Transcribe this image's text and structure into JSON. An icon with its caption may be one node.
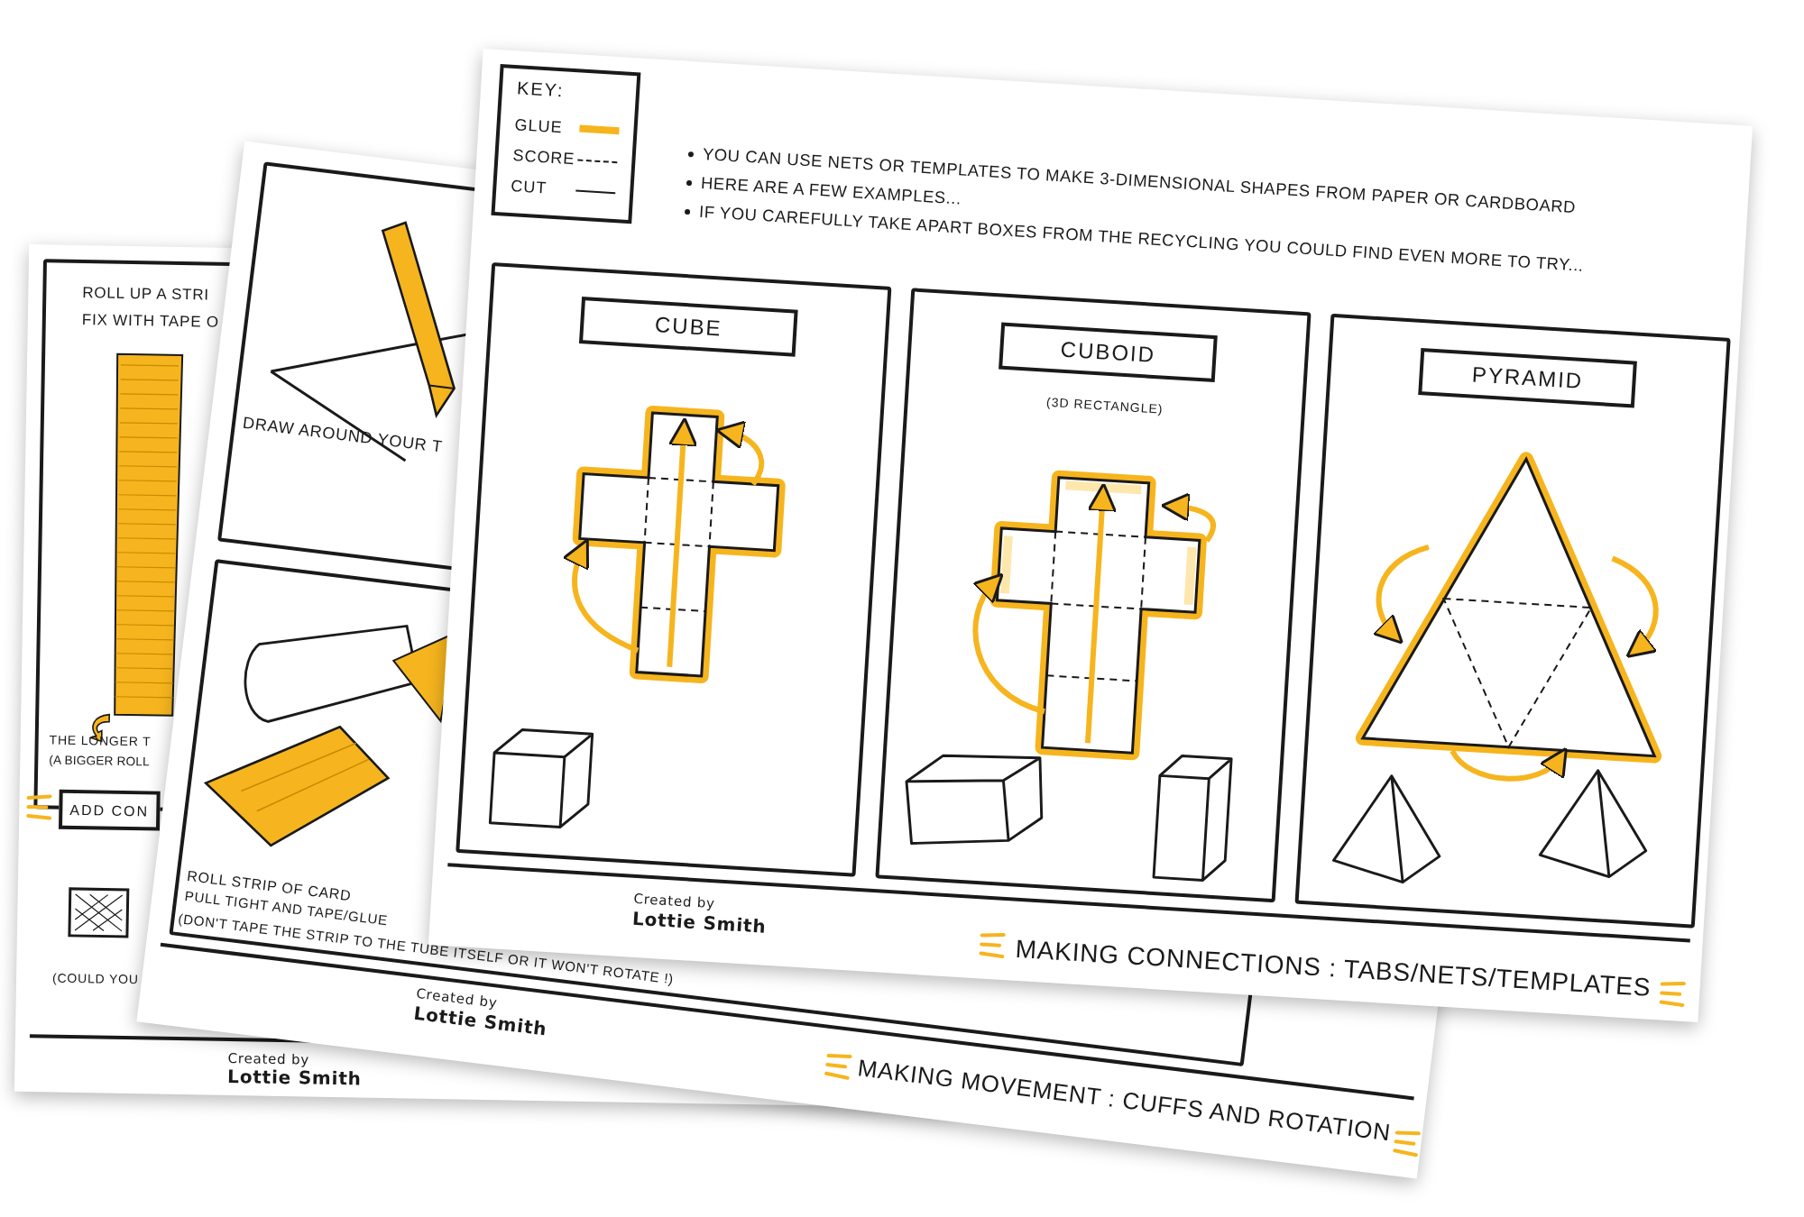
{
  "diagram": {
    "nodes": [
      {
        "text": [
          "ADD CON"
        ]
      },
      {
        "text": [
          "CUBE"
        ]
      },
      {
        "text": [
          "CUBOID"
        ],
        "beside": [
          "(3D RECTANGLE)"
        ]
      },
      {
        "text": [
          "PYRAMID"
        ]
      }
    ],
    "labels": [
      "ROLL UP A STRI",
      "FIX WITH TAPE O",
      "THE LONGER T",
      "(A BIGGER ROLL",
      "(COULD YOU",
      "Created by",
      "Lottie Smith",
      "DRAW AROUND YOUR T",
      "ROLL STRIP OF CARD",
      "PULL TIGHT AND TAPE/GLUE",
      "(DON'T TAPE THE STRIP TO THE TUBE ITSELF OR IT WON'T ROTATE !)",
      "Created by",
      "Lottie Smith",
      "MAKING MOVEMENT : CUFFS AND ROTATION",
      "KEY:",
      "YOU CAN USE NETS OR TEMPLATES TO MAKE 3-DIMENSIONAL SHAPES FROM PAPER OR CARDBOARD",
      "HERE ARE A FEW EXAMPLES...",
      "IF YOU CAREFULLY TAKE APART BOXES FROM THE RECYCLING YOU COULD FIND EVEN MORE TO TRY...",
      "Created by",
      "Lottie Smith",
      "MAKING CONNECTIONS : TABS/NETS/TEMPLATES"
    ],
    "legend": [
      {
        "text": "GLUE",
        "color": "#f6b51e"
      },
      {
        "text": "SCORE"
      },
      {
        "text": "CUT"
      }
    ]
  }
}
